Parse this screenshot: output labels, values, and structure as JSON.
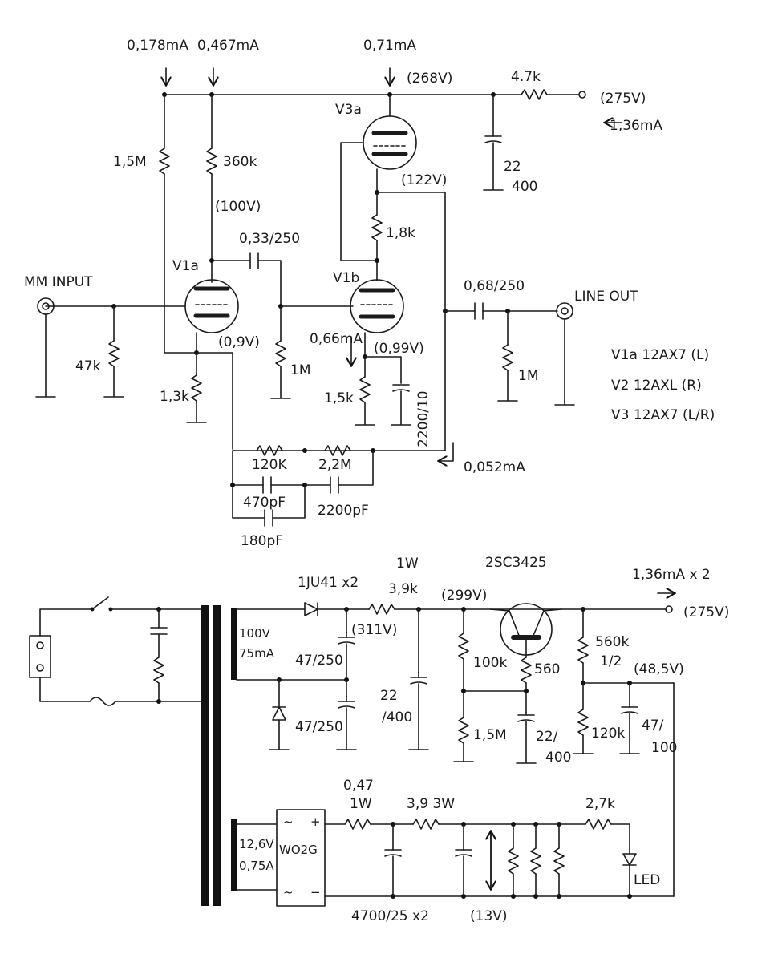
{
  "phono_stage": {
    "currents": {
      "i_top_left": "0,178mA",
      "i_top_mid": "0,467mA",
      "i_v3a": "0,71mA",
      "i_v1b": "0,66mA",
      "i_feedback": "0,052mA",
      "i_supply": "1,36mA"
    },
    "voltages": {
      "v3a_plate": "(268V)",
      "supply": "(275V)",
      "v3a_cathode": "(122V)",
      "v1a_plate": "(100V)",
      "v1a_cathode": "(0,9V)",
      "v1b_cathode": "(0,99V)"
    },
    "resistors": {
      "r_1m5": "1,5M",
      "r_360k": "360k",
      "r_1k8": "1,8k",
      "r_47k_supply": "4.7k",
      "r_47k_input": "47k",
      "r_1m_grid": "1M",
      "r_1k3": "1,3k",
      "r_1k5": "1,5k",
      "r_1m_out": "1M",
      "r_120k": "120K",
      "r_2m2": "2,2M"
    },
    "capacitors": {
      "c_033": "0,33/250",
      "c_068": "0,68/250",
      "c_22_400_a": "22",
      "c_22_400_b": "400",
      "c_2200_10": "2200/10",
      "c_470pf": "470pF",
      "c_2200pf": "2200pF",
      "c_180pf": "180pF"
    },
    "tubes": {
      "v1a": "V1a",
      "v1b": "V1b",
      "v3a": "V3a"
    },
    "ports": {
      "input": "MM INPUT",
      "output": "LINE OUT"
    },
    "legend": [
      "V1a 12AX7 (L)",
      "V2 12AXL (R)",
      "V3 12AX7 (L/R)"
    ]
  },
  "power_supply": {
    "transformer_hv": {
      "voltage": "100V",
      "current": "75mA"
    },
    "transformer_lv": {
      "voltage": "12,6V",
      "current": "0,75A"
    },
    "diode": "1JU41 x2",
    "r_3k9_power": "1W",
    "r_3k9": "3,9k",
    "transistor": "2SC3425",
    "current_out": "1,36mA x 2",
    "voltages": {
      "v_311": "(311V)",
      "v_299": "(299V)",
      "v_275": "(275V)",
      "v_485": "(48,5V)",
      "v_13": "(13V)"
    },
    "caps": {
      "c_47_250_a": "47/250",
      "c_47_250_b": "47/250",
      "c_22_400_a": "22",
      "c_22_400_b": "/400",
      "c_22_400_c": "22/",
      "c_22_400_d": "400",
      "c_47_100_a": "47/",
      "c_47_100_b": "100"
    },
    "resistors": {
      "r_100k": "100k",
      "r_560": "560",
      "r_1m5": "1,5M",
      "r_560k": "560k",
      "r_560k_w": "1/2",
      "r_120k": "120k"
    },
    "bridge": "WO2G",
    "bridge_plus": "+",
    "bridge_minus": "−",
    "bridge_ac1": "~",
    "bridge_ac2": "~",
    "r_047_val": "0,47",
    "r_047_w": "1W",
    "r_39_3w": "3,9  3W",
    "r_2k7": "2,7k",
    "filter_caps": "4700/25  x2",
    "led": "LED"
  }
}
